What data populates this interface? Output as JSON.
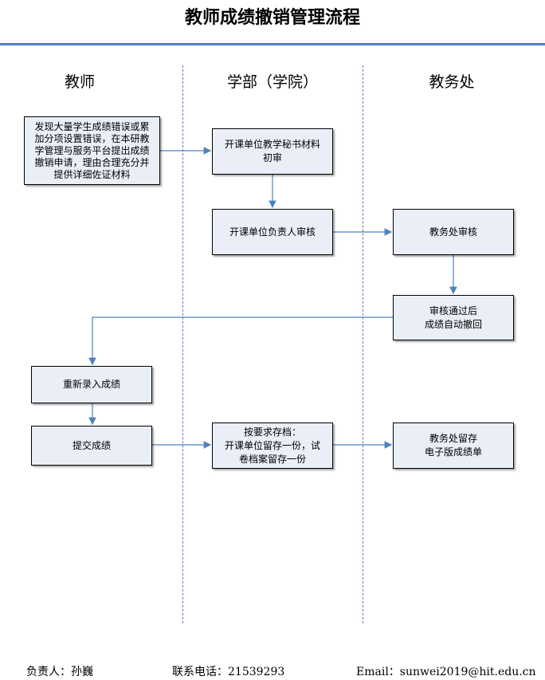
{
  "title": "教师成绩撤销管理流程",
  "lanes": {
    "teacher": "教师",
    "department": "学部（学院）",
    "academic_affairs": "教务处"
  },
  "boxes": {
    "teacher_apply": "发现大量学生成绩错误或累\n加分项设置错误，在本研教\n学管理与服务平台提出成绩\n撤销申请，理由合理充分并\n提供详细佐证材料",
    "secretary_review": "开课单位教学秘书材料\n初审",
    "head_review": "开课单位负责人审核",
    "affairs_review": "教务处审核",
    "auto_revoke": "审核通过后\n成绩自动撤回",
    "reenter": "重新录入成绩",
    "submit": "提交成绩",
    "archive_dept": "按要求存档：\n开课单位留存一份，试\n卷档案留存一份",
    "archive_affairs": "教务处留存\n电子版成绩单"
  },
  "footer": {
    "contact_person": "负责人：孙巍",
    "phone": "联系电话：21539293",
    "email": "Email：sunwei2019@hit.edu.cn"
  },
  "colors": {
    "accent": "#4f81bd",
    "box_fill": "#e9eef7"
  }
}
